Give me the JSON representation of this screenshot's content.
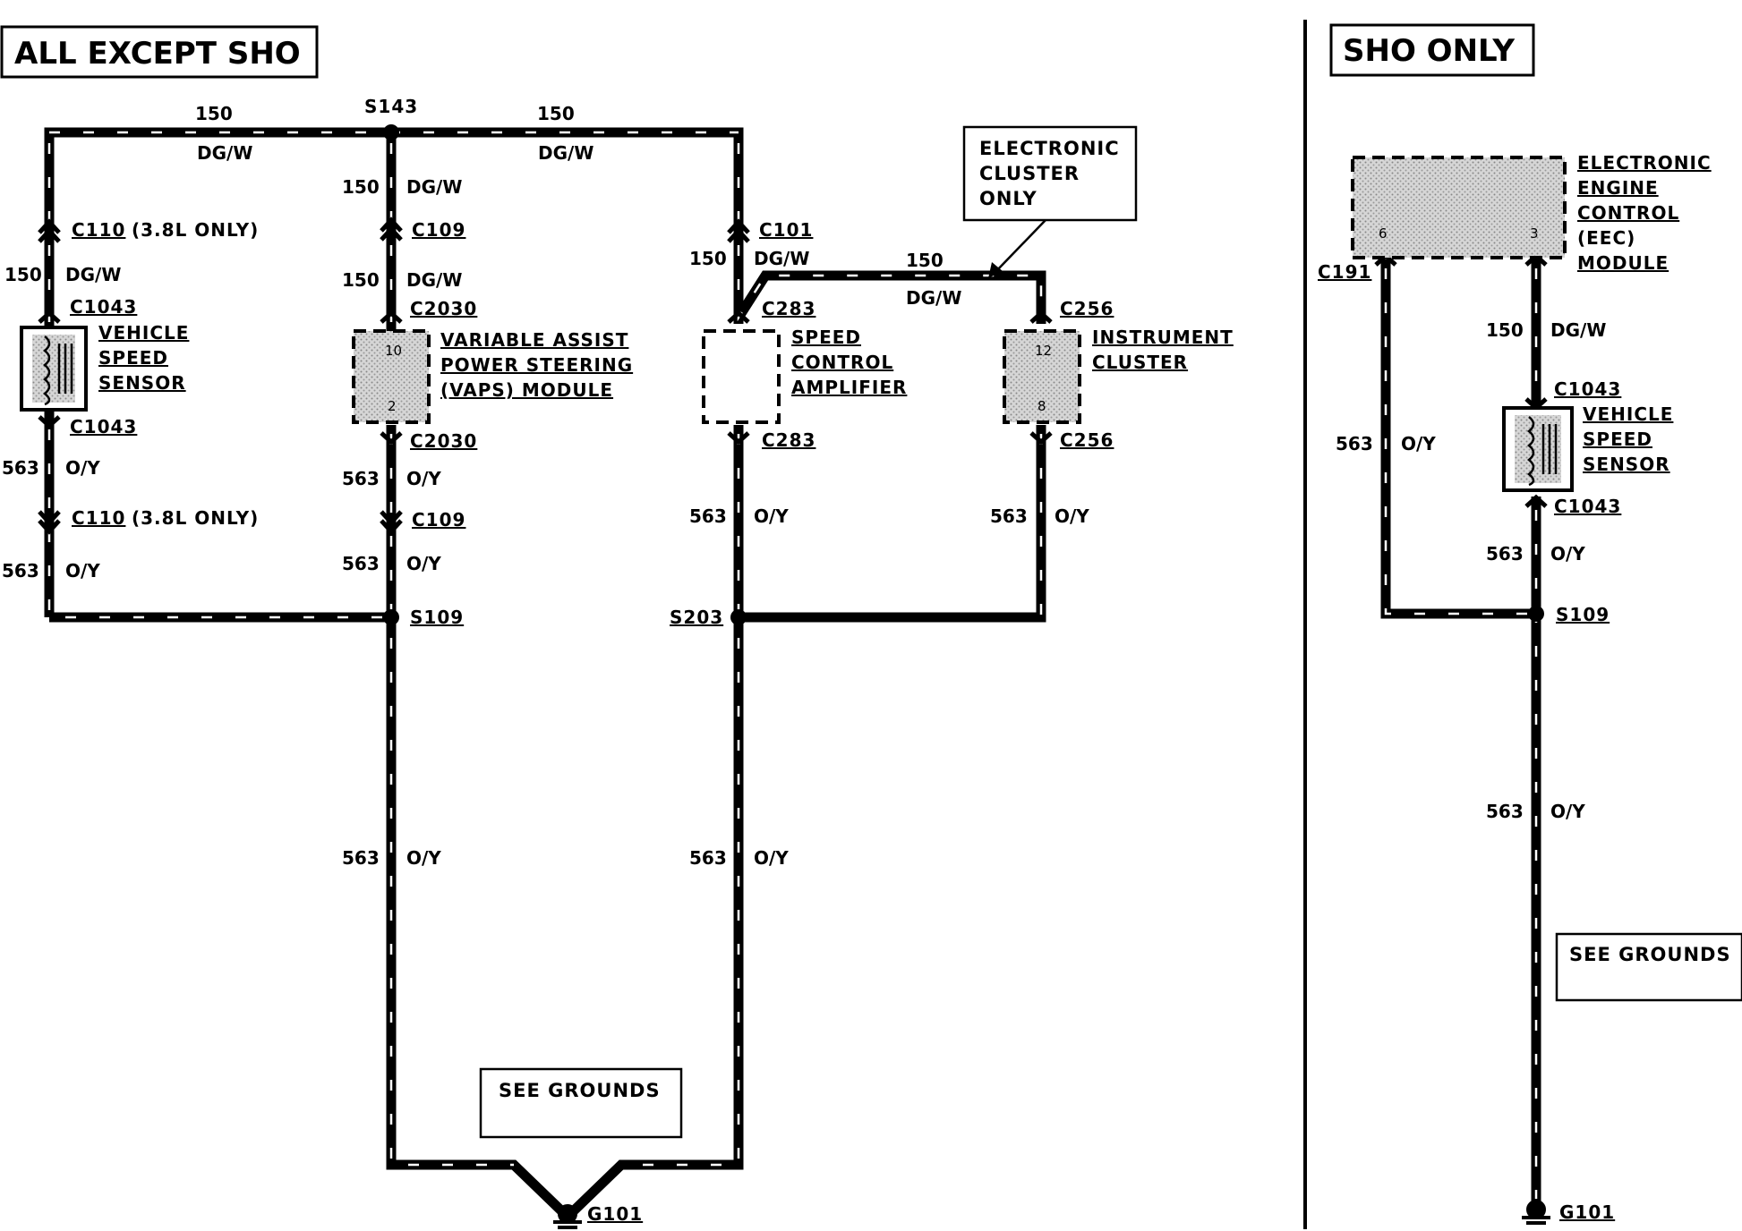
{
  "colors": {
    "ink": "#000000",
    "paper": "#ffffff",
    "shade": "#bdbdbd"
  },
  "titles": {
    "left": "ALL EXCEPT SHO",
    "right": "SHO ONLY"
  },
  "note_boxes": {
    "electronic_cluster": [
      "ELECTRONIC",
      "CLUSTER",
      "ONLY"
    ],
    "see_grounds": "SEE GROUNDS"
  },
  "circuits": {
    "c150": {
      "number": "150",
      "color": "DG/W"
    },
    "c563": {
      "number": "563",
      "color": "O/Y"
    }
  },
  "splices": {
    "s143": "S143",
    "s109": "S109",
    "s203": "S203"
  },
  "grounds": {
    "g101": "G101"
  },
  "connectors": {
    "c110": "C110",
    "c110_note": "(3.8L ONLY)",
    "c1043": "C1043",
    "c109": "C109",
    "c2030": "C2030",
    "c101": "C101",
    "c283": "C283",
    "c256": "C256",
    "c191": "C191"
  },
  "components": {
    "vss": [
      "VEHICLE",
      "SPEED",
      "SENSOR"
    ],
    "vaps": [
      "VARIABLE ASSIST",
      "POWER STEERING",
      "(VAPS) MODULE"
    ],
    "sca": [
      "SPEED",
      "CONTROL",
      "AMPLIFIER"
    ],
    "ic": [
      "INSTRUMENT",
      "CLUSTER"
    ],
    "eec": [
      "ELECTRONIC",
      "ENGINE",
      "CONTROL",
      "(EEC)",
      "MODULE"
    ]
  },
  "pins": {
    "vaps_top": "10",
    "vaps_bottom": "2",
    "ic_top": "12",
    "ic_bottom": "8",
    "eec_left": "6",
    "eec_right": "3"
  }
}
